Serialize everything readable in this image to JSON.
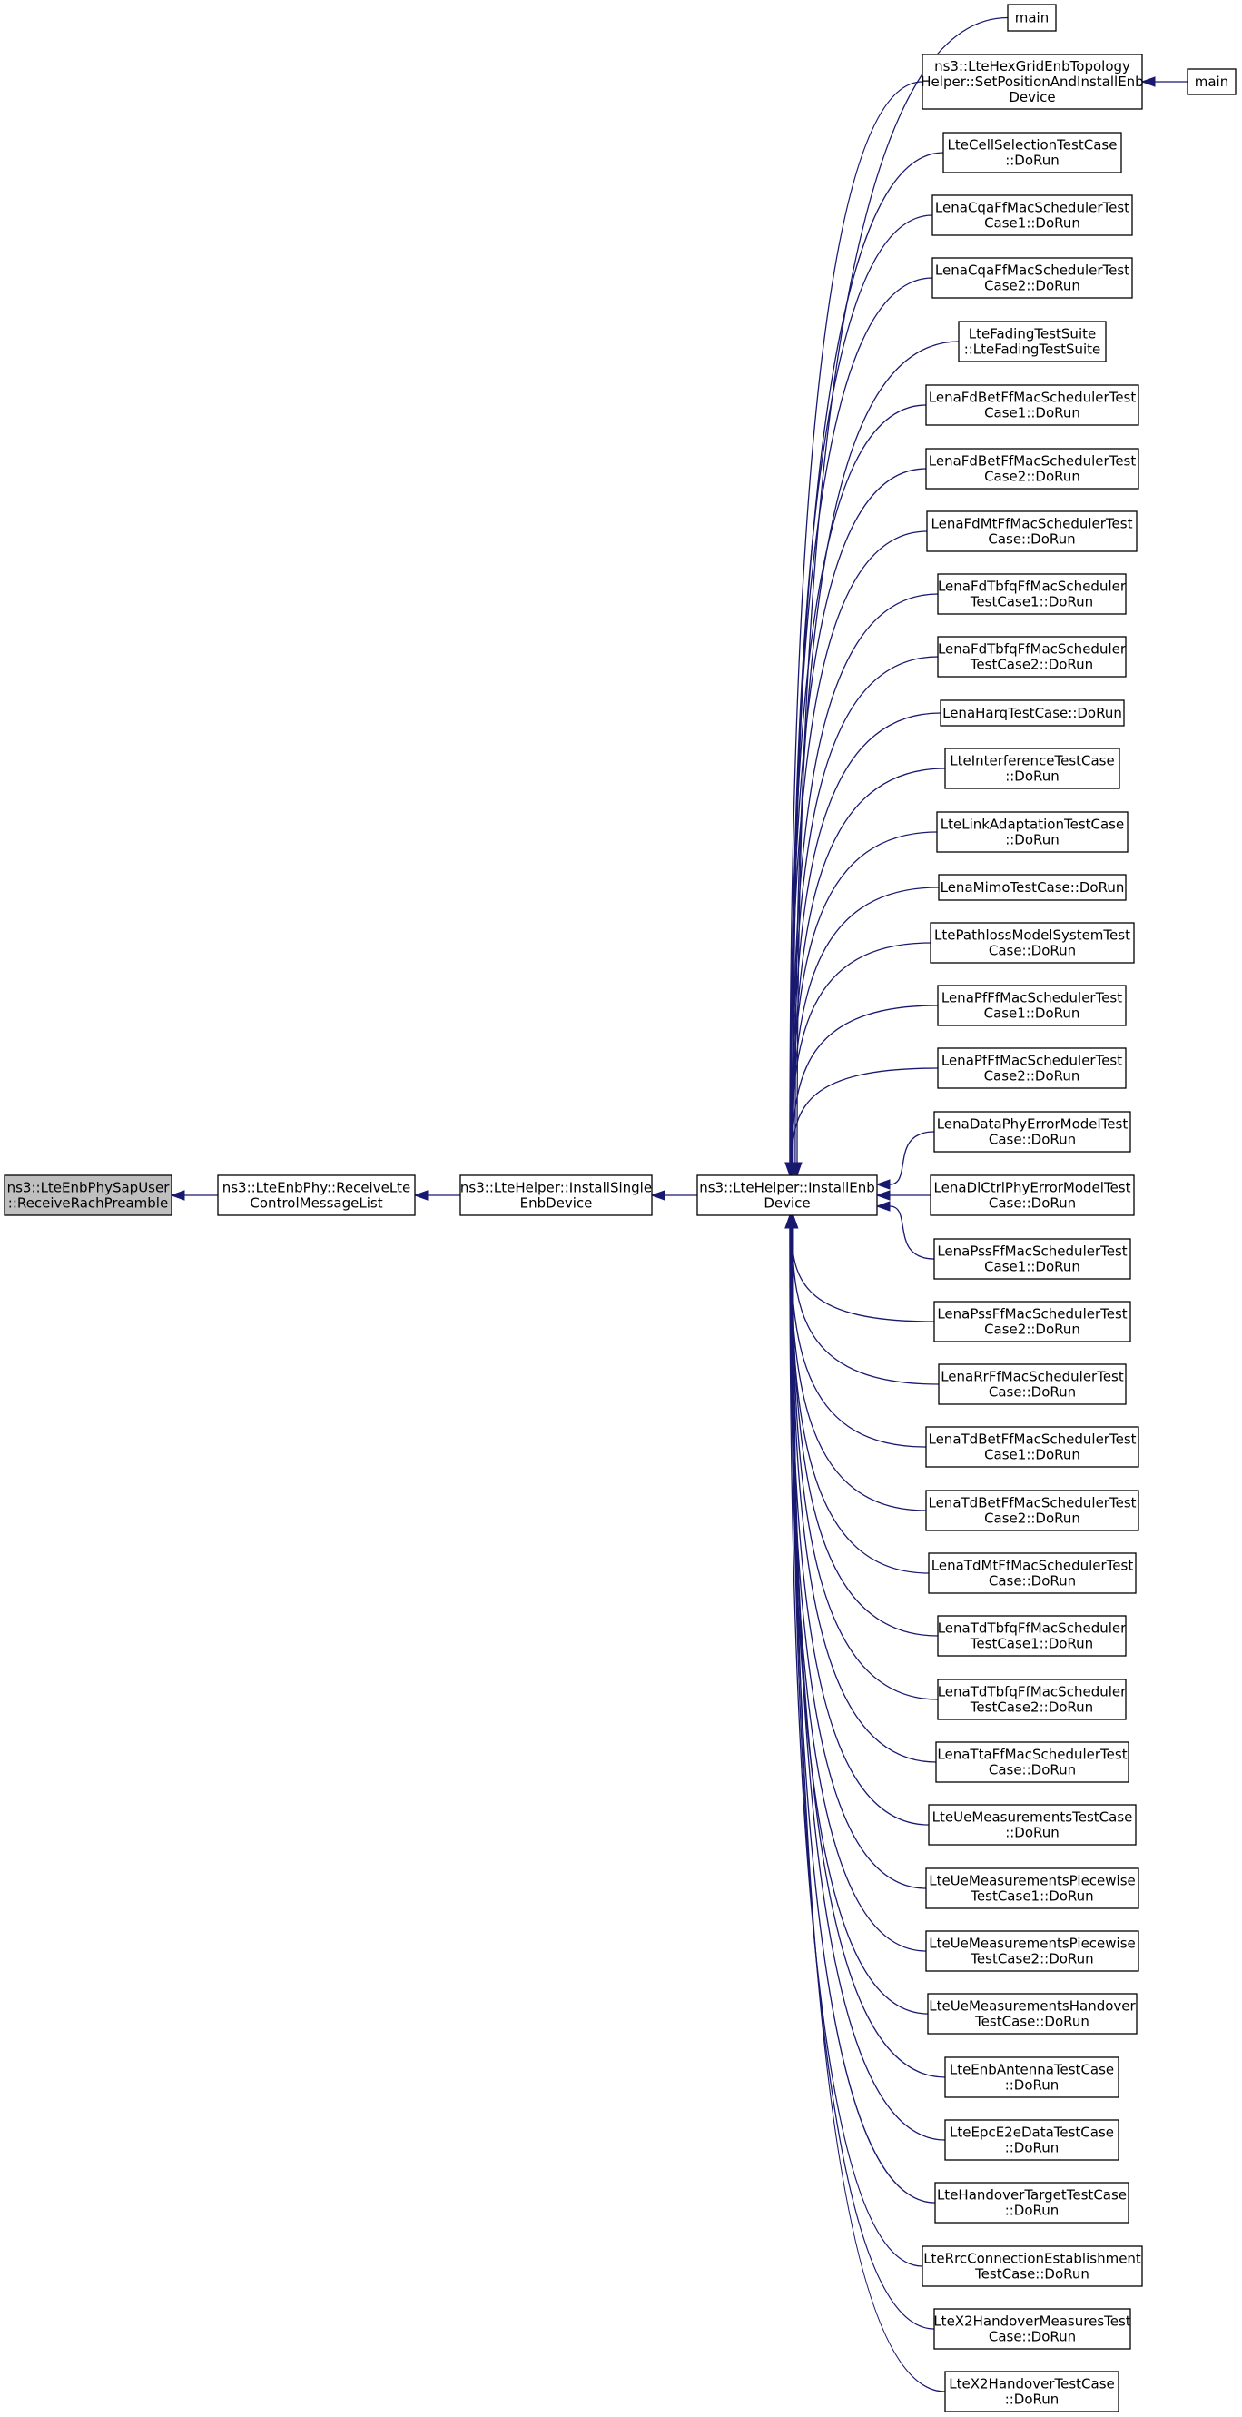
{
  "colors": {
    "edge": "#191970",
    "highlight_fill": "#bfbfbf",
    "box_stroke": "#000000",
    "background": "#ffffff"
  },
  "nodes": [
    {
      "id": "root",
      "lines": [
        "ns3::LteEnbPhySapUser",
        "::ReceiveRachPreamble"
      ],
      "highlight": true
    },
    {
      "id": "receive_list",
      "lines": [
        "ns3::LteEnbPhy::ReceiveLte",
        "ControlMessageList"
      ]
    },
    {
      "id": "install_single",
      "lines": [
        "ns3::LteHelper::InstallSingle",
        "EnbDevice"
      ]
    },
    {
      "id": "install_enb",
      "lines": [
        "ns3::LteHelper::InstallEnb",
        "Device"
      ]
    },
    {
      "id": "main_top",
      "lines": [
        "main"
      ]
    },
    {
      "id": "hexgrid",
      "lines": [
        "ns3::LteHexGridEnbTopology",
        "Helper::SetPositionAndInstallEnb",
        "Device"
      ]
    },
    {
      "id": "main_hex",
      "lines": [
        "main"
      ]
    },
    {
      "id": "c01",
      "lines": [
        "LteCellSelectionTestCase",
        "::DoRun"
      ]
    },
    {
      "id": "c02",
      "lines": [
        "LenaCqaFfMacSchedulerTest",
        "Case1::DoRun"
      ]
    },
    {
      "id": "c03",
      "lines": [
        "LenaCqaFfMacSchedulerTest",
        "Case2::DoRun"
      ]
    },
    {
      "id": "c04",
      "lines": [
        "LteFadingTestSuite",
        "::LteFadingTestSuite"
      ]
    },
    {
      "id": "c05",
      "lines": [
        "LenaFdBetFfMacSchedulerTest",
        "Case1::DoRun"
      ]
    },
    {
      "id": "c06",
      "lines": [
        "LenaFdBetFfMacSchedulerTest",
        "Case2::DoRun"
      ]
    },
    {
      "id": "c07",
      "lines": [
        "LenaFdMtFfMacSchedulerTest",
        "Case::DoRun"
      ]
    },
    {
      "id": "c08",
      "lines": [
        "LenaFdTbfqFfMacScheduler",
        "TestCase1::DoRun"
      ]
    },
    {
      "id": "c09",
      "lines": [
        "LenaFdTbfqFfMacScheduler",
        "TestCase2::DoRun"
      ]
    },
    {
      "id": "c10",
      "lines": [
        "LenaHarqTestCase::DoRun"
      ]
    },
    {
      "id": "c11",
      "lines": [
        "LteInterferenceTestCase",
        "::DoRun"
      ]
    },
    {
      "id": "c12",
      "lines": [
        "LteLinkAdaptationTestCase",
        "::DoRun"
      ]
    },
    {
      "id": "c13",
      "lines": [
        "LenaMimoTestCase::DoRun"
      ]
    },
    {
      "id": "c14",
      "lines": [
        "LtePathlossModelSystemTest",
        "Case::DoRun"
      ]
    },
    {
      "id": "c15",
      "lines": [
        "LenaPfFfMacSchedulerTest",
        "Case1::DoRun"
      ]
    },
    {
      "id": "c16",
      "lines": [
        "LenaPfFfMacSchedulerTest",
        "Case2::DoRun"
      ]
    },
    {
      "id": "c17",
      "lines": [
        "LenaDataPhyErrorModelTest",
        "Case::DoRun"
      ]
    },
    {
      "id": "c18",
      "lines": [
        "LenaDlCtrlPhyErrorModelTest",
        "Case::DoRun"
      ]
    },
    {
      "id": "c19",
      "lines": [
        "LenaPssFfMacSchedulerTest",
        "Case1::DoRun"
      ]
    },
    {
      "id": "c20",
      "lines": [
        "LenaPssFfMacSchedulerTest",
        "Case2::DoRun"
      ]
    },
    {
      "id": "c21",
      "lines": [
        "LenaRrFfMacSchedulerTest",
        "Case::DoRun"
      ]
    },
    {
      "id": "c22",
      "lines": [
        "LenaTdBetFfMacSchedulerTest",
        "Case1::DoRun"
      ]
    },
    {
      "id": "c23",
      "lines": [
        "LenaTdBetFfMacSchedulerTest",
        "Case2::DoRun"
      ]
    },
    {
      "id": "c24",
      "lines": [
        "LenaTdMtFfMacSchedulerTest",
        "Case::DoRun"
      ]
    },
    {
      "id": "c25",
      "lines": [
        "LenaTdTbfqFfMacScheduler",
        "TestCase1::DoRun"
      ]
    },
    {
      "id": "c26",
      "lines": [
        "LenaTdTbfqFfMacScheduler",
        "TestCase2::DoRun"
      ]
    },
    {
      "id": "c27",
      "lines": [
        "LenaTtaFfMacSchedulerTest",
        "Case::DoRun"
      ]
    },
    {
      "id": "c28",
      "lines": [
        "LteUeMeasurementsTestCase",
        "::DoRun"
      ]
    },
    {
      "id": "c29",
      "lines": [
        "LteUeMeasurementsPiecewise",
        "TestCase1::DoRun"
      ]
    },
    {
      "id": "c30",
      "lines": [
        "LteUeMeasurementsPiecewise",
        "TestCase2::DoRun"
      ]
    },
    {
      "id": "c31",
      "lines": [
        "LteUeMeasurementsHandover",
        "TestCase::DoRun"
      ]
    },
    {
      "id": "c32",
      "lines": [
        "LteEnbAntennaTestCase",
        "::DoRun"
      ]
    },
    {
      "id": "c33",
      "lines": [
        "LteEpcE2eDataTestCase",
        "::DoRun"
      ]
    },
    {
      "id": "c34",
      "lines": [
        "LteHandoverTargetTestCase",
        "::DoRun"
      ]
    },
    {
      "id": "c35",
      "lines": [
        "LteRrcConnectionEstablishment",
        "TestCase::DoRun"
      ]
    },
    {
      "id": "c36",
      "lines": [
        "LteX2HandoverMeasuresTest",
        "Case::DoRun"
      ]
    },
    {
      "id": "c37",
      "lines": [
        "LteX2HandoverTestCase",
        "::DoRun"
      ]
    }
  ],
  "edges": [
    {
      "from": "receive_list",
      "to": "root"
    },
    {
      "from": "install_single",
      "to": "receive_list"
    },
    {
      "from": "install_enb",
      "to": "install_single"
    },
    {
      "from": "main_top",
      "to": "install_enb"
    },
    {
      "from": "hexgrid",
      "to": "install_enb"
    },
    {
      "from": "main_hex",
      "to": "hexgrid"
    },
    {
      "from": "c01",
      "to": "install_enb"
    },
    {
      "from": "c02",
      "to": "install_enb"
    },
    {
      "from": "c03",
      "to": "install_enb"
    },
    {
      "from": "c04",
      "to": "install_enb"
    },
    {
      "from": "c05",
      "to": "install_enb"
    },
    {
      "from": "c06",
      "to": "install_enb"
    },
    {
      "from": "c07",
      "to": "install_enb"
    },
    {
      "from": "c08",
      "to": "install_enb"
    },
    {
      "from": "c09",
      "to": "install_enb"
    },
    {
      "from": "c10",
      "to": "install_enb"
    },
    {
      "from": "c11",
      "to": "install_enb"
    },
    {
      "from": "c12",
      "to": "install_enb"
    },
    {
      "from": "c13",
      "to": "install_enb"
    },
    {
      "from": "c14",
      "to": "install_enb"
    },
    {
      "from": "c15",
      "to": "install_enb"
    },
    {
      "from": "c16",
      "to": "install_enb"
    },
    {
      "from": "c17",
      "to": "install_enb"
    },
    {
      "from": "c18",
      "to": "install_enb"
    },
    {
      "from": "c19",
      "to": "install_enb"
    },
    {
      "from": "c20",
      "to": "install_enb"
    },
    {
      "from": "c21",
      "to": "install_enb"
    },
    {
      "from": "c22",
      "to": "install_enb"
    },
    {
      "from": "c23",
      "to": "install_enb"
    },
    {
      "from": "c24",
      "to": "install_enb"
    },
    {
      "from": "c25",
      "to": "install_enb"
    },
    {
      "from": "c26",
      "to": "install_enb"
    },
    {
      "from": "c27",
      "to": "install_enb"
    },
    {
      "from": "c28",
      "to": "install_enb"
    },
    {
      "from": "c29",
      "to": "install_enb"
    },
    {
      "from": "c30",
      "to": "install_enb"
    },
    {
      "from": "c31",
      "to": "install_enb"
    },
    {
      "from": "c32",
      "to": "install_enb"
    },
    {
      "from": "c33",
      "to": "install_enb"
    },
    {
      "from": "c34",
      "to": "install_enb"
    },
    {
      "from": "c35",
      "to": "install_enb"
    },
    {
      "from": "c36",
      "to": "install_enb"
    },
    {
      "from": "c37",
      "to": "install_enb"
    }
  ]
}
